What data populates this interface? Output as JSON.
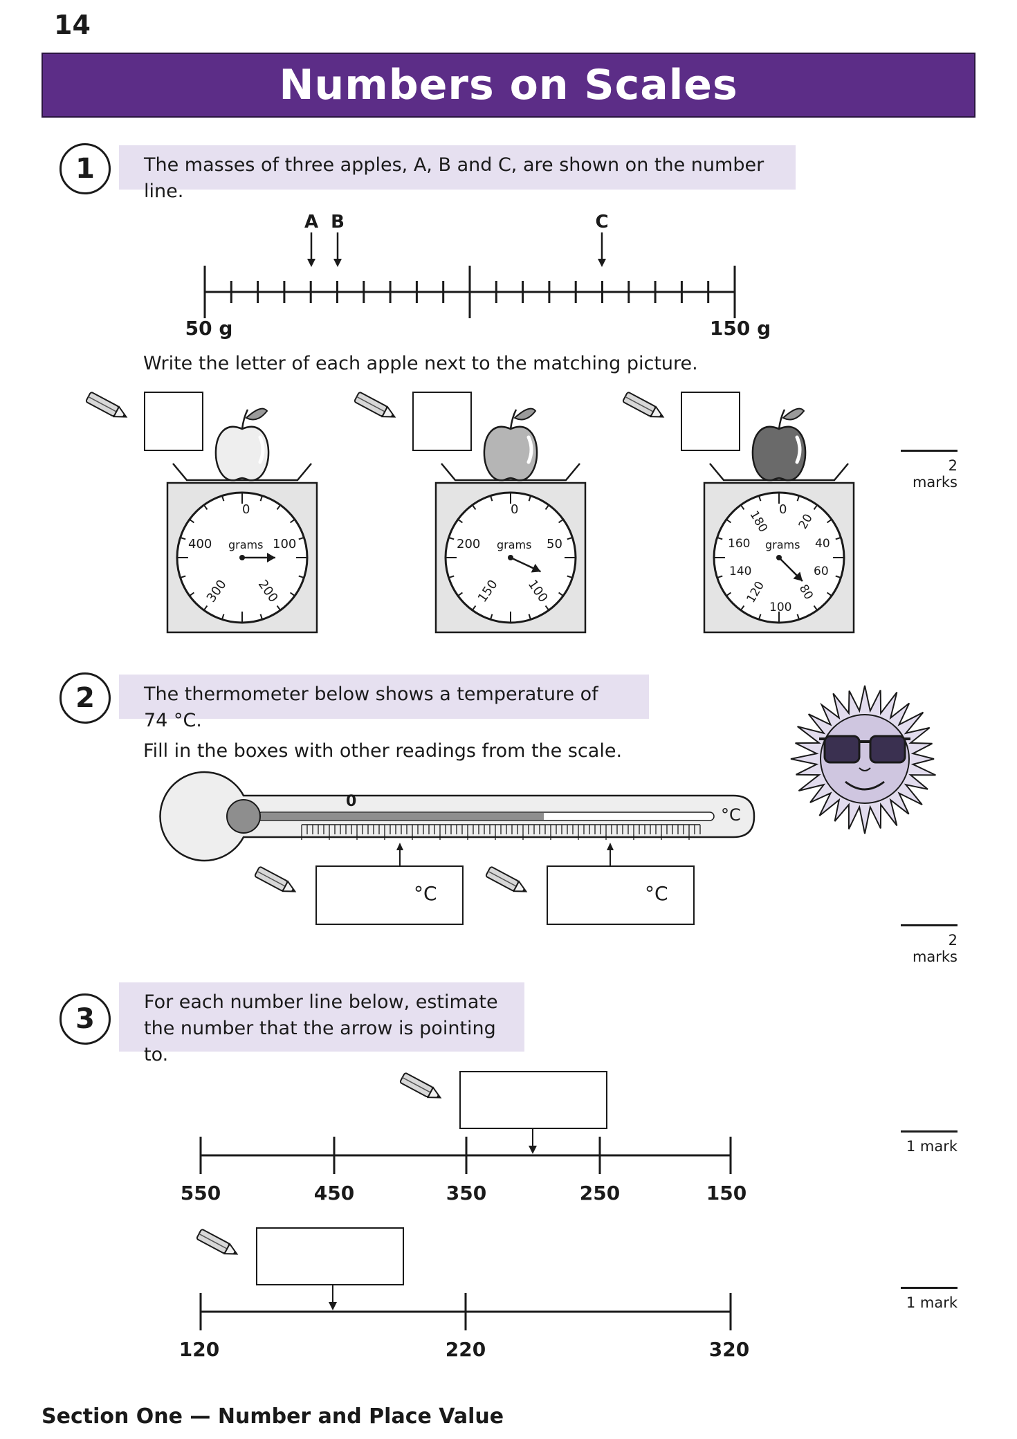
{
  "page_number": "14",
  "title": "Numbers on Scales",
  "q1": {
    "number": "1",
    "prompt": "The masses of three apples, A, B and C, are shown on the number line.",
    "label_a": "A",
    "label_b": "B",
    "label_c": "C",
    "start_label": "50 g",
    "end_label": "150 g",
    "instruction": "Write the letter of each apple next to the matching picture.",
    "scale1": {
      "top": "0",
      "left": "400",
      "right": "100",
      "bl": "300",
      "br": "200",
      "center": "grams"
    },
    "scale2": {
      "top": "0",
      "left": "200",
      "right": "50",
      "bl": "150",
      "br": "100",
      "center": "grams"
    },
    "scale3": {
      "top": "0",
      "tl": "180",
      "tr": "20",
      "l1": "160",
      "r1": "40",
      "l2": "140",
      "r2": "60",
      "bl": "120",
      "br": "80",
      "bottom": "100",
      "center": "grams"
    },
    "marks": "2 marks"
  },
  "q2": {
    "number": "2",
    "prompt": "The thermometer below shows a temperature of 74 °C.",
    "instruction": "Fill in the boxes with other readings from the scale.",
    "zero_label": "0",
    "unit": "°C",
    "box1_unit": "°C",
    "box2_unit": "°C",
    "marks": "2 marks"
  },
  "q3": {
    "number": "3",
    "prompt_line1": "For each number line below, estimate",
    "prompt_line2": "the number that the arrow is pointing to.",
    "line1_labels": [
      "550",
      "450",
      "350",
      "250",
      "150"
    ],
    "line2_labels": [
      "120",
      "220",
      "320"
    ],
    "marks1": "1 mark",
    "marks2": "1 mark"
  },
  "footer": "Section One — Number and Place Value"
}
